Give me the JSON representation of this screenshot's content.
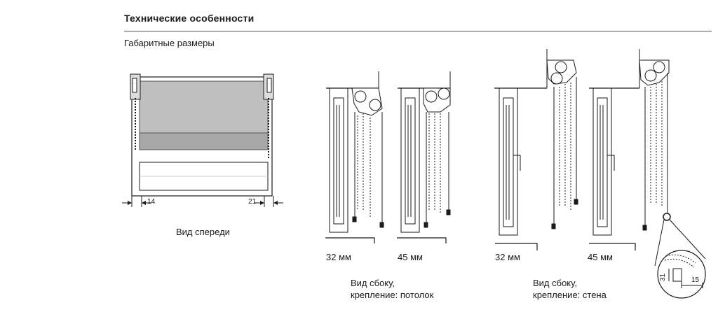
{
  "section_title": "Технические особенности",
  "subsection_title": "Габаритные размеры",
  "front": {
    "dim_left": "14",
    "dim_right": "21",
    "caption": "Вид спереди"
  },
  "side_ceiling": {
    "label_a": "32 мм",
    "label_b": "45 мм",
    "caption_line1": "Вид сбоку,",
    "caption_line2": "крепление: потолок"
  },
  "side_wall": {
    "label_a": "32 мм",
    "label_b": "45 мм",
    "caption_line1": "Вид сбоку,",
    "caption_line2": "крепление: стена"
  },
  "detail": {
    "dim_height": "31",
    "dim_width": "15"
  },
  "colors": {
    "line": "#1a1a1a",
    "fabric": "#bfbfbf",
    "fabric_dark": "#a8a8a8"
  }
}
